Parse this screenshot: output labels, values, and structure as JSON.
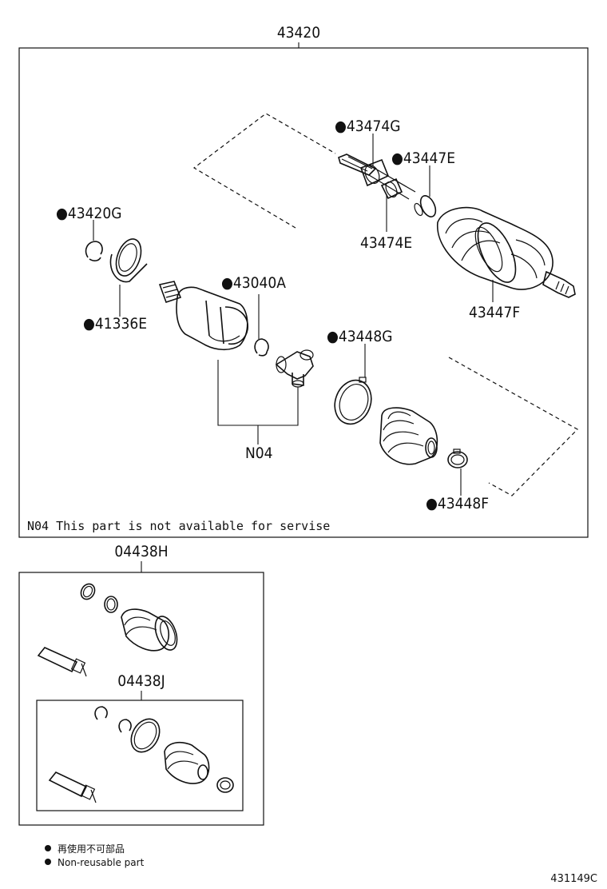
{
  "assembly_number": "43420",
  "callouts": {
    "p43474G": "●43474G",
    "p43447E": "●43447E",
    "p43474E": "43474E",
    "p43447F": "43447F",
    "p43420G": "●43420G",
    "p41336E": "●41336E",
    "p43040A": "●43040A",
    "p43448G": "●43448G",
    "p43448F": "●43448F",
    "pN04": "N04"
  },
  "note": "N04 This part is not available for servise",
  "kit_h": {
    "number": "04438H"
  },
  "kit_j": {
    "number": "04438J"
  },
  "legend": {
    "japanese": "再使用不可部品",
    "english": "Non-reusable part"
  },
  "diagram_code": "431149C",
  "icons": [
    "non-reusable-dot-icon",
    "grease-tube-icon"
  ]
}
